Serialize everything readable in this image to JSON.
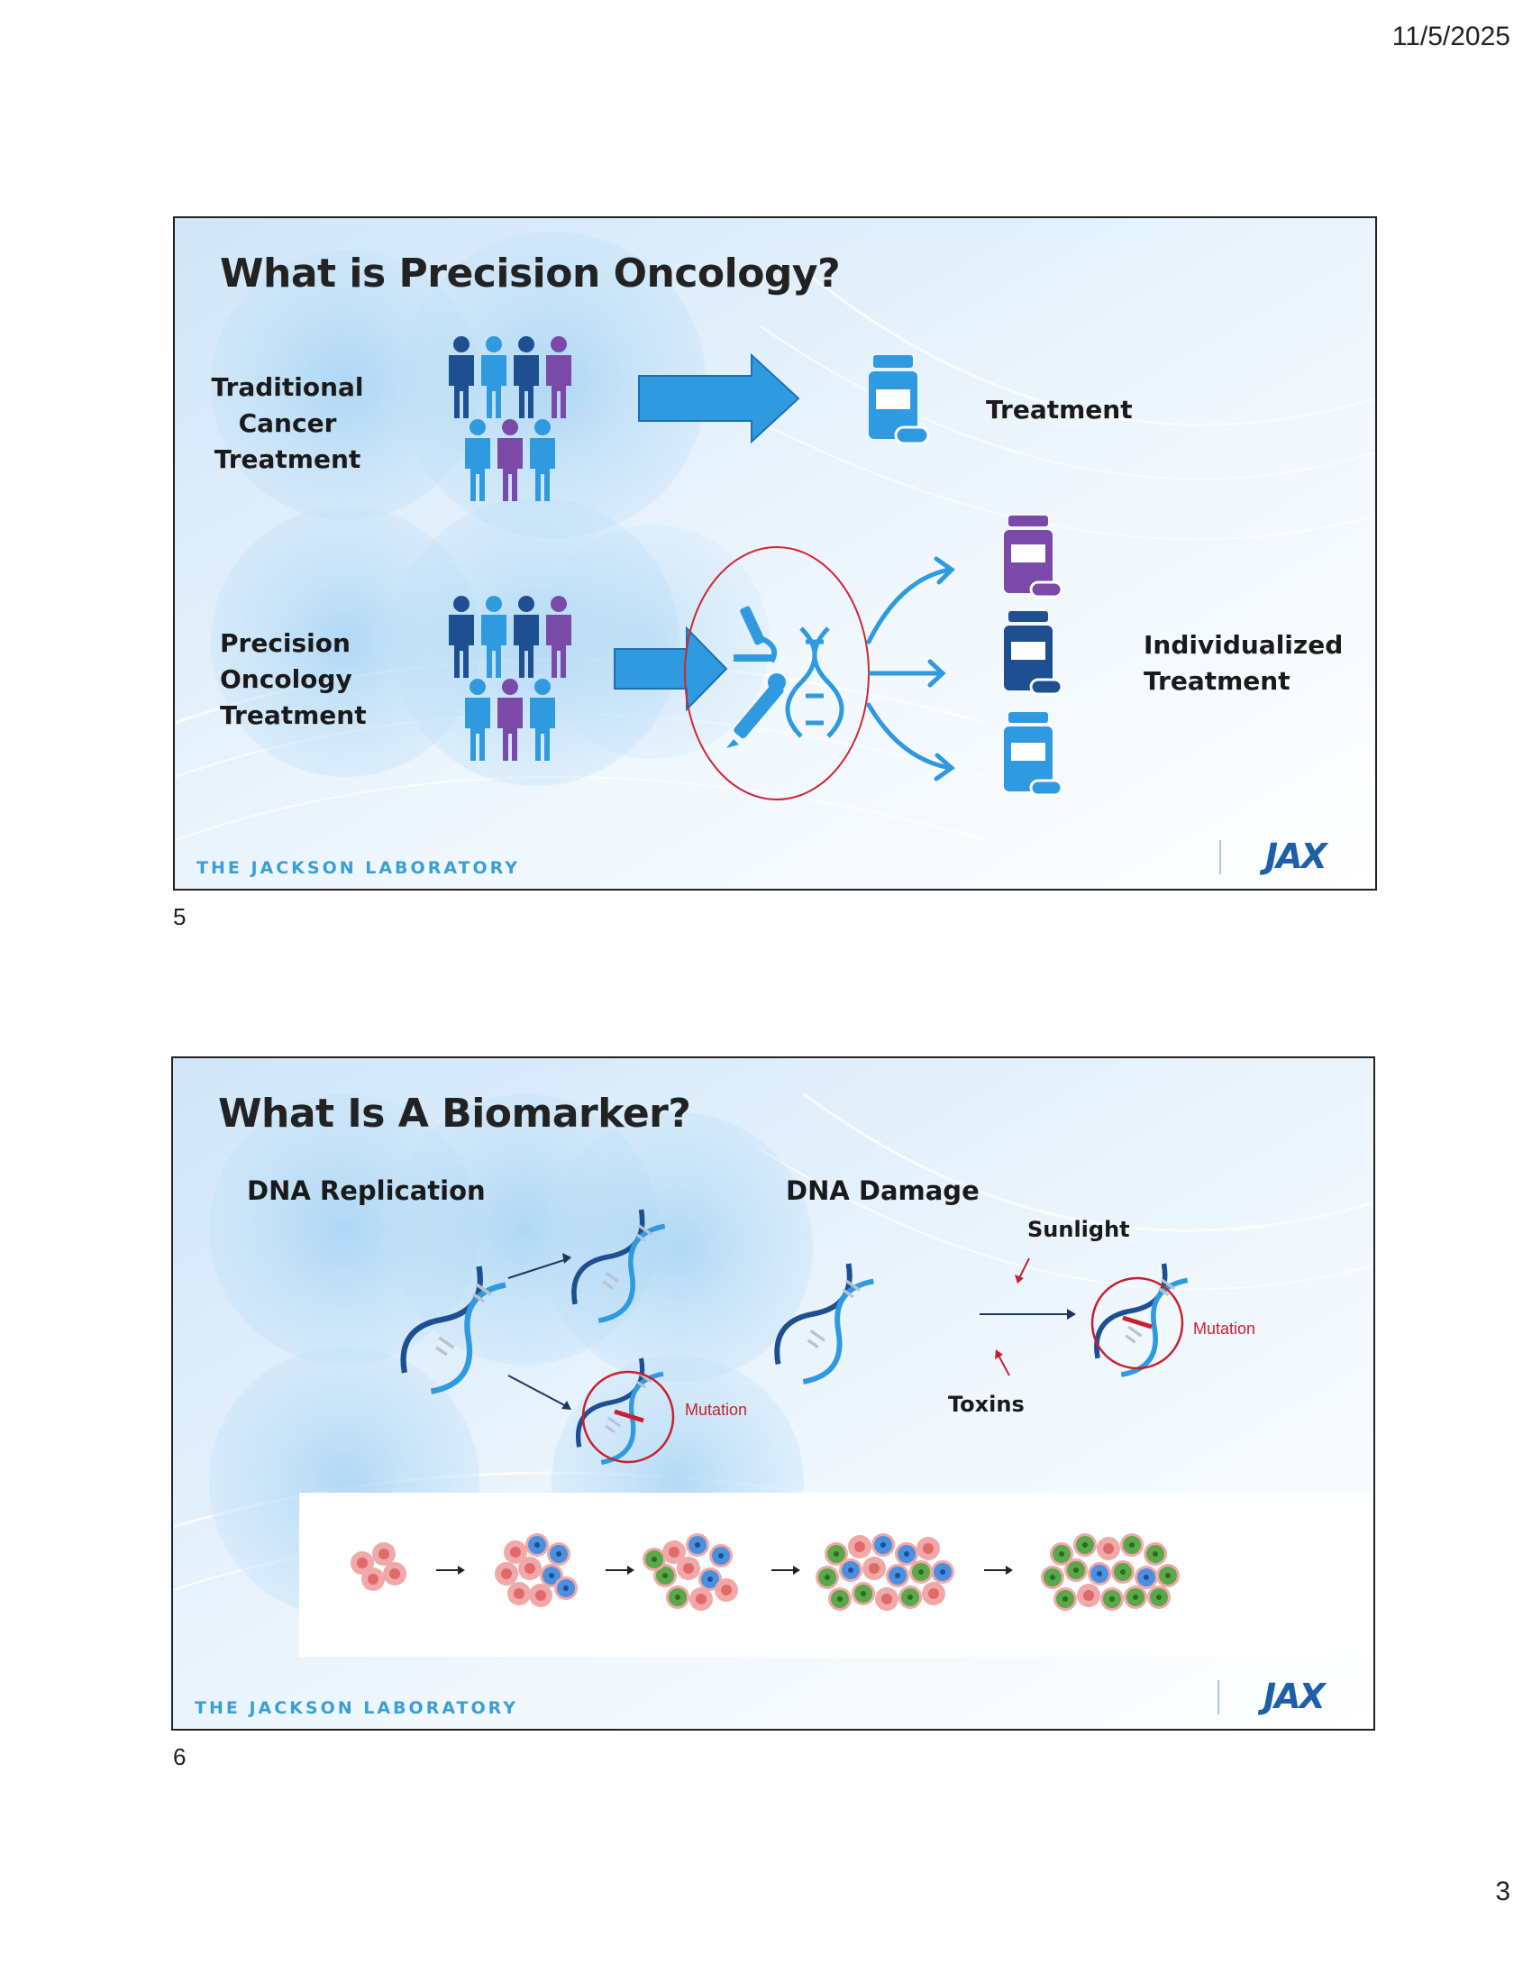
{
  "header": {
    "date": "11/5/2025"
  },
  "footer": {
    "page_number": "3"
  },
  "slides": [
    {
      "number": "5",
      "title": "What is Precision Oncology?",
      "row_traditional": {
        "label_lines": [
          "Traditional",
          "Cancer",
          "Treatment"
        ],
        "result": "Treatment"
      },
      "row_precision": {
        "label_lines": [
          "Precision",
          "Oncology",
          "Treatment"
        ],
        "result_lines": [
          "Individualized",
          "Treatment"
        ]
      },
      "footer_text": "THE JACKSON LABORATORY",
      "logo": "JAX",
      "icons": [
        "people-group-icon",
        "arrow-right-icon",
        "pill-bottle-icon",
        "microscope-icon",
        "dna-icon",
        "dropper-icon",
        "curved-arrow-icon"
      ]
    },
    {
      "number": "6",
      "title": "What Is A Biomarker?",
      "dna_replication": {
        "heading": "DNA Replication",
        "mutation_label": "Mutation"
      },
      "dna_damage": {
        "heading": "DNA Damage",
        "cause_top": "Sunlight",
        "cause_bottom": "Toxins",
        "mutation_label": "Mutation"
      },
      "footer_text": "THE JACKSON LABORATORY",
      "logo": "JAX",
      "icons": [
        "dna-helix-icon",
        "cell-cluster-icon",
        "arrow-right-icon"
      ]
    }
  ],
  "colors": {
    "accent_blue": "#2f9ae0",
    "dark_blue": "#1d4f91",
    "purple": "#7b4aa8",
    "mutation_red": "#c8202e",
    "cell_pink": "#f0a0a0",
    "cell_blue": "#4a8fe0",
    "cell_green": "#5aa84a"
  }
}
